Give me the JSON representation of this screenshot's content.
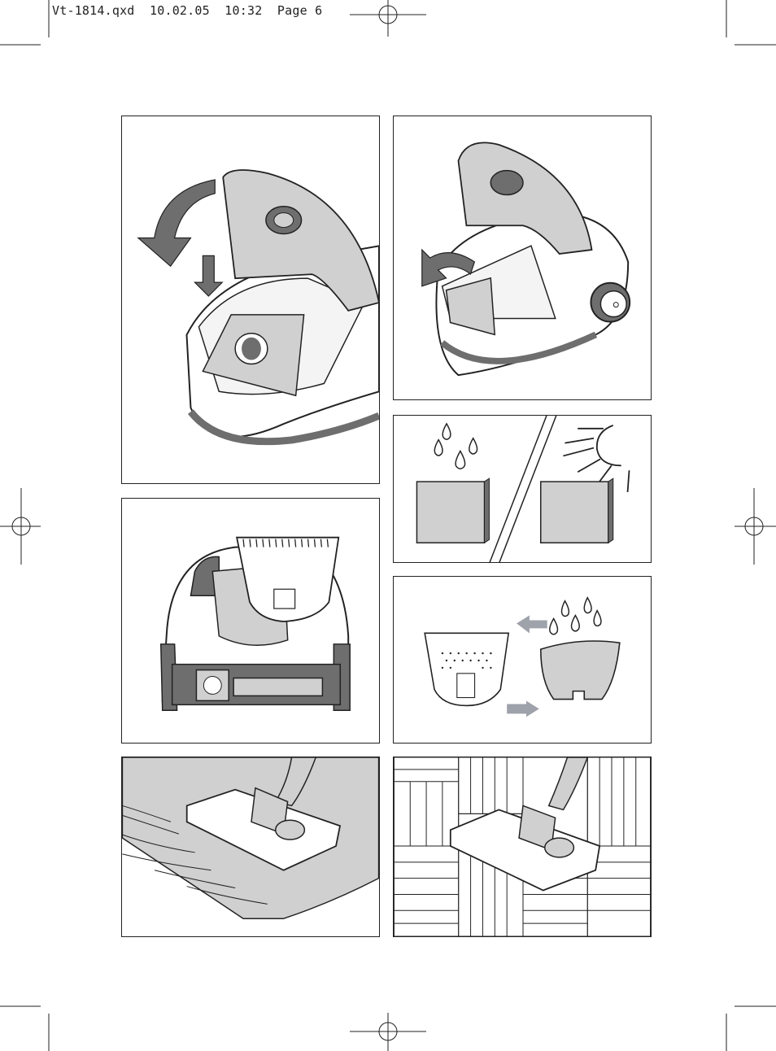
{
  "header": {
    "slug": "Vt-1814.qxd  10.02.05  10:32  Page 6"
  },
  "figures": [
    {
      "id": "fig-1",
      "subject": "open lid, dust bag insertion"
    },
    {
      "id": "fig-2",
      "subject": "open lid, filter holder removal"
    },
    {
      "id": "fig-3",
      "subject": "filter washing and sun drying"
    },
    {
      "id": "fig-4",
      "subject": "rear view, exhaust filter grille"
    },
    {
      "id": "fig-5",
      "subject": "filter grille removal and washing"
    },
    {
      "id": "fig-6",
      "subject": "floor nozzle on carpet"
    },
    {
      "id": "fig-7",
      "subject": "floor nozzle on parquet"
    }
  ],
  "colors": {
    "line": "#222222",
    "fill_gray": "#d0d0d0",
    "dark_gray": "#6e6e6e",
    "arrow_gray": "#9ea2aa"
  }
}
